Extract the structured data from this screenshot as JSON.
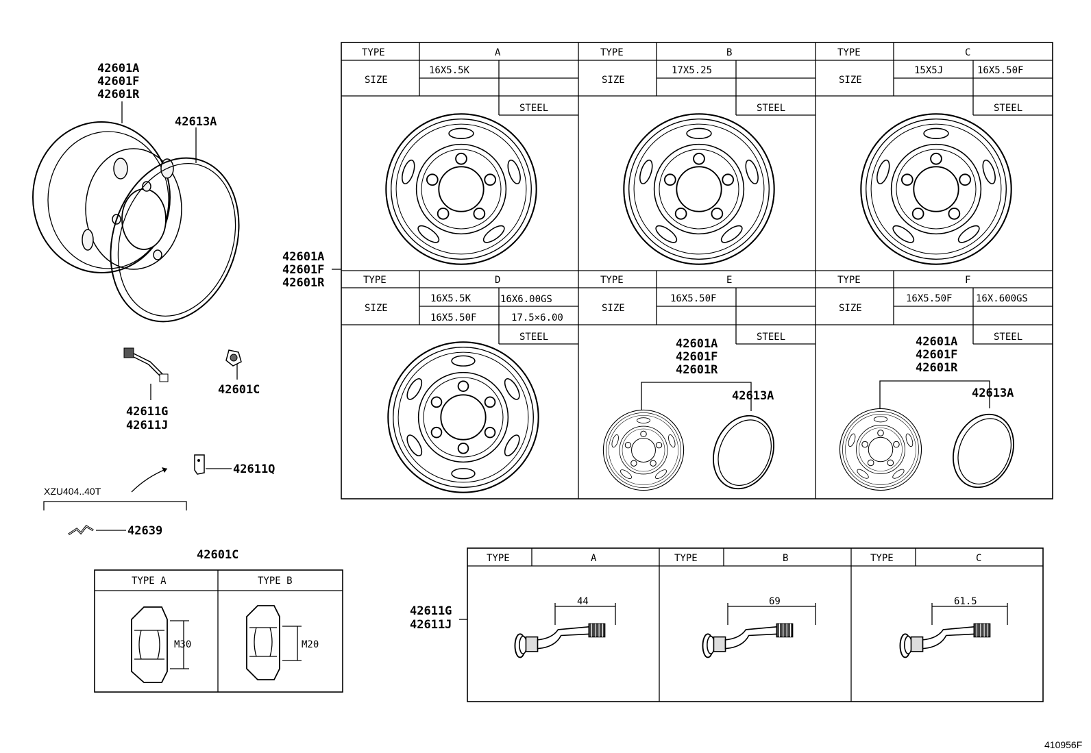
{
  "left": {
    "rim_labels": [
      "42601A",
      "42601F",
      "42601R"
    ],
    "ring_label": "42613A",
    "valve_labels": [
      "42611G",
      "42611J"
    ],
    "nut_label": "42601C",
    "clip_label": "42611Q",
    "model_range": "XZU404..40T",
    "wire_label": "42639"
  },
  "mid_labels": [
    "42601A",
    "42601F",
    "42601R"
  ],
  "wheel_table": {
    "type_hdr": "TYPE",
    "size_hdr": "SIZE",
    "types": [
      {
        "letter": "A",
        "sizes": [
          "16X5.5K",
          "",
          "",
          ""
        ],
        "material": "STEEL"
      },
      {
        "letter": "B",
        "sizes": [
          "17X5.25",
          "",
          "",
          ""
        ],
        "material": "STEEL"
      },
      {
        "letter": "C",
        "sizes": [
          "15X5J",
          "16X5.50F",
          "",
          ""
        ],
        "material": "STEEL"
      },
      {
        "letter": "D",
        "sizes": [
          "16X5.5K",
          "16X6.00GS",
          "16X5.50F",
          "17.5×6.00"
        ],
        "material": "STEEL"
      },
      {
        "letter": "E",
        "sizes": [
          "16X5.50F",
          "",
          "",
          ""
        ],
        "material": "STEEL"
      },
      {
        "letter": "F",
        "sizes": [
          "16X5.50F",
          "16X.600GS",
          "",
          ""
        ],
        "material": "STEEL"
      }
    ],
    "type_e_labels": [
      "42601A",
      "42601F",
      "42601R",
      "42613A"
    ],
    "type_f_labels": [
      "42601A",
      "42601F",
      "42601R",
      "42613A"
    ]
  },
  "nut_table": {
    "title": "42601C",
    "types": [
      {
        "label": "TYPE A",
        "size": "M30"
      },
      {
        "label": "TYPE B",
        "size": "M20"
      }
    ]
  },
  "valve_table": {
    "labels": [
      "42611G",
      "42611J"
    ],
    "type_hdr": "TYPE",
    "types": [
      {
        "letter": "A",
        "dimension": "44"
      },
      {
        "letter": "B",
        "dimension": "69"
      },
      {
        "letter": "C",
        "dimension": "61.5"
      }
    ]
  },
  "footer_code": "410956F"
}
